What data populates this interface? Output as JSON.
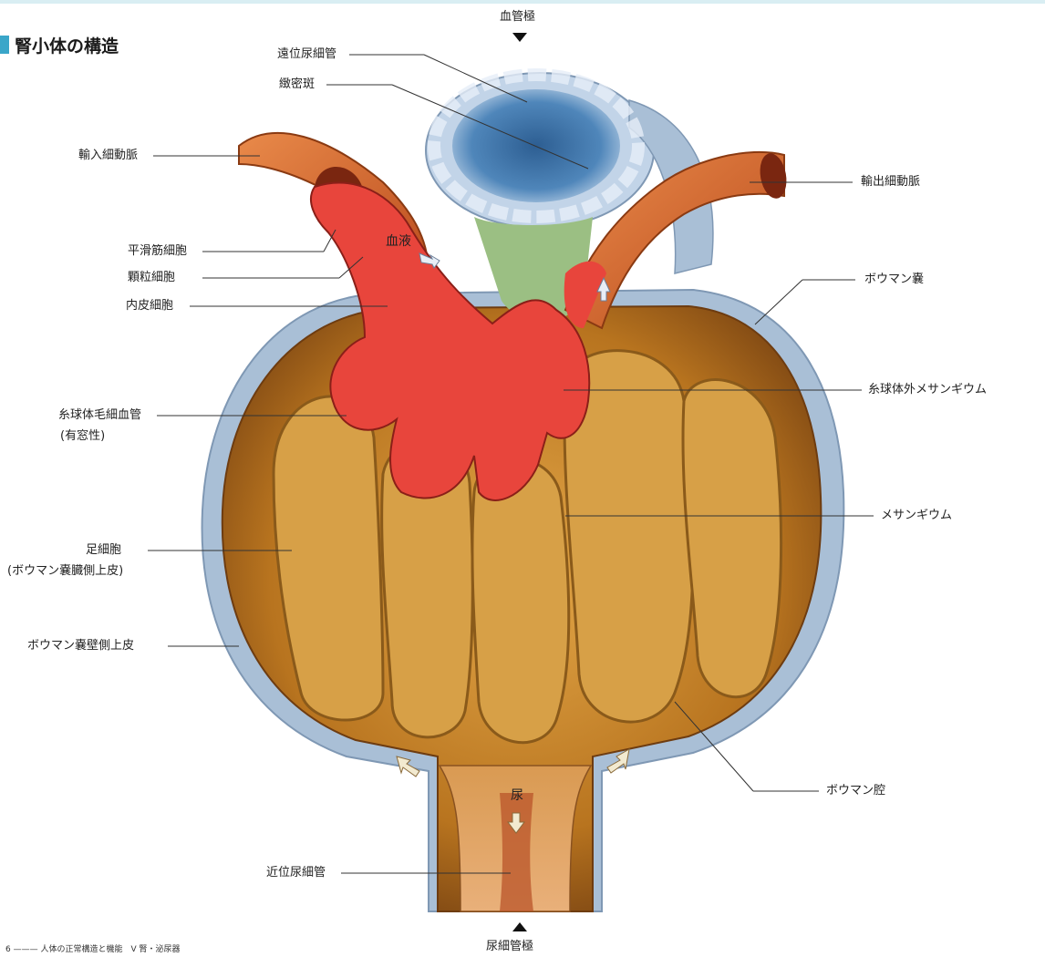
{
  "title": "腎小体の構造",
  "top_label": "血管極",
  "bottom_label": "尿細管極",
  "inner_labels": {
    "blood": "血液",
    "urine": "尿"
  },
  "left_labels": [
    "遠位尿細管",
    "緻密斑",
    "輸入細動脈",
    "平滑筋細胞",
    "顆粒細胞",
    "内皮細胞",
    "糸球体毛細血管",
    "(有窓性)",
    "足細胞",
    "(ボウマン嚢臓側上皮)",
    "ボウマン嚢壁側上皮",
    "近位尿細管"
  ],
  "right_labels": [
    "輸出細動脈",
    "ボウマン嚢",
    "糸球体外メサンギウム",
    "メサンギウム",
    "ボウマン腔"
  ],
  "footer": "6 ——— 人体の正常構造と機能　V 腎・泌尿器",
  "colors": {
    "artery": "#d9582a",
    "blood": "#e8413a",
    "capsule": "#9fb6cf",
    "podocyte": "#c98a2e",
    "tubule_blue": "#3d6e9e",
    "mesangium": "#8fbf73"
  }
}
